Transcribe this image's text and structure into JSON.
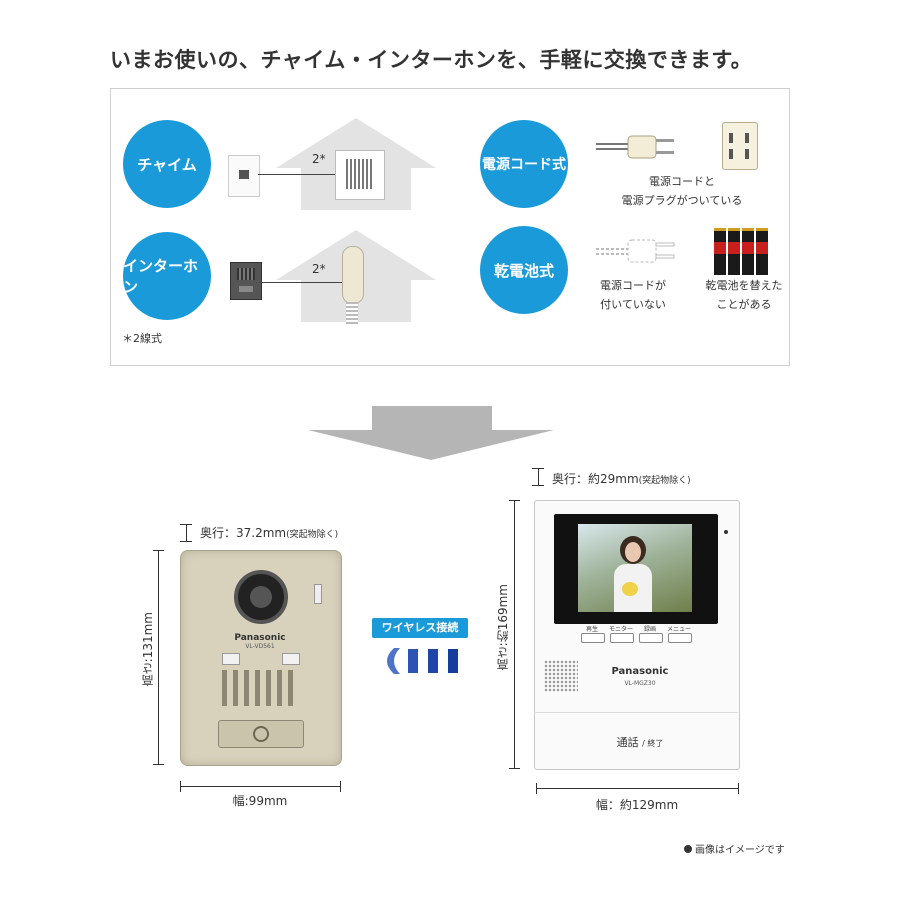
{
  "headline": "いまお使いの、チャイム・インターホンを、手軽に交換できます。",
  "panel": {
    "chime_label": "チャイム",
    "intercom_label": "インターホン",
    "wire_chime": "2*",
    "wire_intercom": "2*",
    "footnote": "＊2線式",
    "cord_label": "電源コード式",
    "battery_label": "乾電池式",
    "cord_caption_1": "電源コードと",
    "cord_caption_2": "電源プラグがついている",
    "nocord_caption_1": "電源コードが",
    "nocord_caption_2": "付いていない",
    "battery_caption_1": "乾電池を替えた",
    "battery_caption_2": "ことがある"
  },
  "door_station": {
    "brand": "Panasonic",
    "model": "VL-VD561",
    "depth": "奥行：37.2mm",
    "depth_note": "(突起物除く)",
    "height": "高さ:131mm",
    "width": "幅:99mm"
  },
  "wireless_badge": "ワイヤレス接続",
  "monitor": {
    "brand": "Panasonic",
    "model": "VL-MGZ30",
    "depth": "奥行：約29mm",
    "depth_note": "(突起物除く)",
    "height": "高さ:約169mm",
    "width": "幅：約129mm",
    "buttons": [
      "再生",
      "モニター",
      "録画",
      "メニュー"
    ],
    "talk_label": "通話",
    "end_label": "/ 終了"
  },
  "image_note": "画像はイメージです",
  "colors": {
    "accent_blue": "#1a9ad8",
    "arrow_gray": "#b5b5b5",
    "door_body": "#d8d2bd"
  }
}
